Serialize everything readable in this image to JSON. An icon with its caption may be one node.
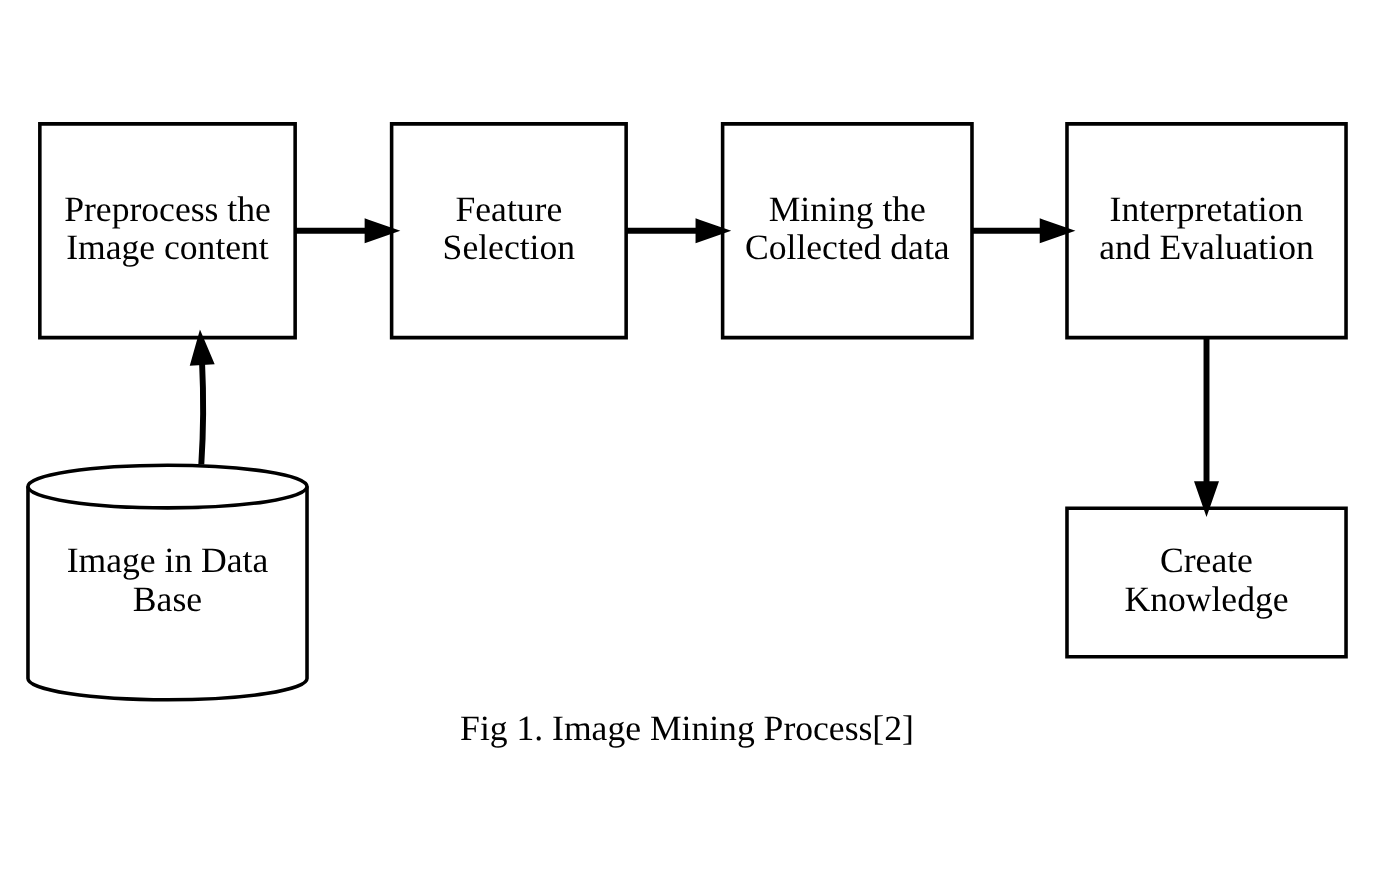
{
  "diagram": {
    "caption": "Fig 1. Image Mining Process[2]",
    "nodes": [
      {
        "text": [
          "Preprocess the Image content"
        ]
      },
      {
        "text": [
          "Feature Selection"
        ]
      },
      {
        "text": [
          "Mining the Collected data"
        ]
      },
      {
        "text": [
          "Interpretation and Evaluation"
        ]
      },
      {
        "text": [
          "Image in Data Base"
        ]
      },
      {
        "text": [
          "Create Knowledge"
        ]
      }
    ],
    "edges": [
      {
        "from": 4,
        "to": 0,
        "arrow": "to"
      },
      {
        "from": 0,
        "to": 1,
        "arrow": "to"
      },
      {
        "from": 1,
        "to": 2,
        "arrow": "to"
      },
      {
        "from": 2,
        "to": 3,
        "arrow": "to"
      },
      {
        "from": 3,
        "to": 5,
        "arrow": "to"
      }
    ]
  }
}
